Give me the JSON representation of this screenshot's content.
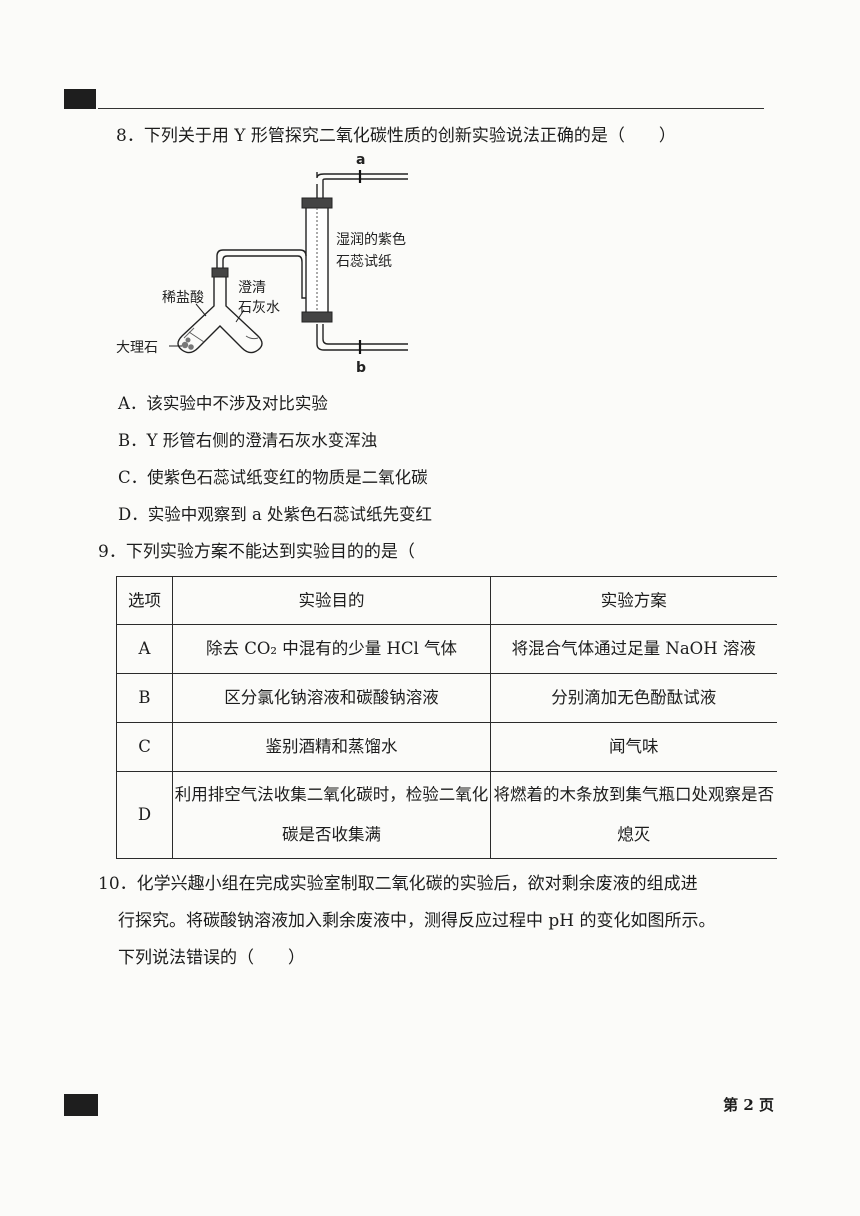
{
  "question8": {
    "stem": "8．下列关于用 Y 形管探究二氧化碳性质的创新实验说法正确的是（　　）",
    "diagram": {
      "label_a": "a",
      "label_b": "b",
      "label_paper_line1": "湿润的紫色",
      "label_paper_line2": "石蕊试纸",
      "label_acid": "稀盐酸",
      "label_limewater_line1": "澄清",
      "label_limewater_line2": "石灰水",
      "label_marble": "大理石"
    },
    "options": [
      "A．该实验中不涉及对比实验",
      "B．Y 形管右侧的澄清石灰水变浑浊",
      "C．使紫色石蕊试纸变红的物质是二氧化碳",
      "D．实验中观察到 a 处紫色石蕊试纸先变红"
    ]
  },
  "question9": {
    "stem": "9．下列实验方案不能达到实验目的的是（",
    "table": {
      "headers": [
        "选项",
        "实验目的",
        "实验方案"
      ],
      "rows": [
        [
          "A",
          "除去 CO₂ 中混有的少量 HCl 气体",
          "将混合气体通过足量 NaOH 溶液"
        ],
        [
          "B",
          "区分氯化钠溶液和碳酸钠溶液",
          "分别滴加无色酚酞试液"
        ],
        [
          "C",
          "鉴别酒精和蒸馏水",
          "闻气味"
        ],
        [
          "D",
          "利用排空气法收集二氧化碳时，检验二氧化碳是否收集满",
          "将燃着的木条放到集气瓶口处观察是否熄灭"
        ]
      ]
    }
  },
  "question10": {
    "line1": "10．化学兴趣小组在完成实验室制取二氧化碳的实验后，欲对剩余废液的组成进",
    "line2": "行探究。将碳酸钠溶液加入剩余废液中，测得反应过程中 pH 的变化如图所示。",
    "line3": "下列说法错误的（　　）"
  },
  "footer": {
    "page": "第 2 页"
  }
}
